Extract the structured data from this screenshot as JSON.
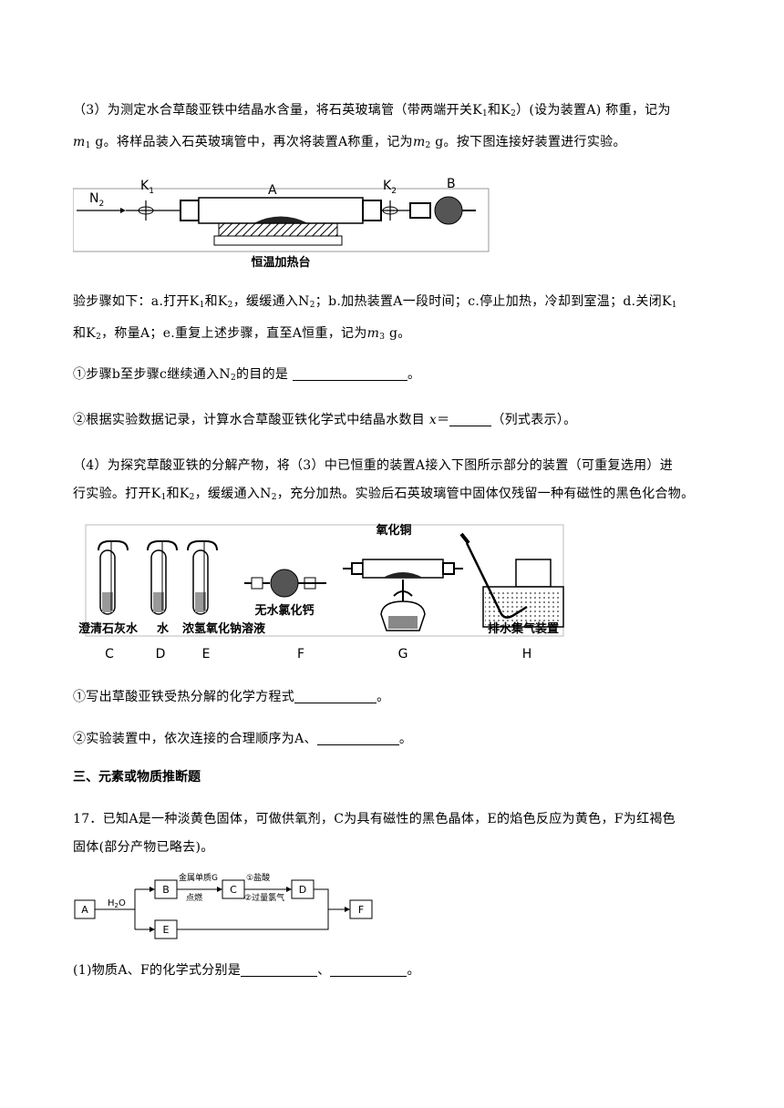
{
  "q3": {
    "line1": "（3）为测定水合草酸亚铁中结晶水含量，将石英玻璃管（带两端开关K",
    "line1b": "和K",
    "line1c": "）(设为装置A) 称重，记为",
    "m1": "m",
    "line2a": " g。将样品装入石英玻璃管中，再次将装置A称重，记为",
    "line2b": " g。按下图连接好装置进行实验。",
    "steps1": "验步骤如下：a.打开K",
    "steps1b": "和K",
    "steps1c": "，缓缓通入N",
    "steps1d": "；b.加热装置A一段时间；c.停止加热，冷却到室温；d.关闭K",
    "steps2a": "和K",
    "steps2b": "，称量A；e.重复上述步骤，直至A恒重，记为",
    "steps2c": " g。",
    "q_a": "①步骤b至步骤c继续通入N",
    "q_a2": "的目的是",
    "q_b": "②根据实验数据记录，计算水合草酸亚铁化学式中结晶水数目 ",
    "q_b_x": "x",
    "q_b2": "＝",
    "q_b3": "（列式表示）。"
  },
  "fig1": {
    "n2": "N",
    "k1": "K",
    "a": "A",
    "k2": "K",
    "b": "B",
    "base_label": "恒温加热台"
  },
  "q4": {
    "line1": "（4）为探究草酸亚铁的分解产物，将（3）中已恒重的装置A接入下图所示部分的装置（可重复选用）进",
    "line2a": "行实验。打开K",
    "line2b": "和K",
    "line2c": "，缓缓通入N",
    "line2d": "，充分加热。实验后石英玻璃管中固体仅残留一种有磁性的黑色化合物。",
    "q_a": "①写出草酸亚铁受热分解的化学方程式",
    "q_b": "②实验装置中，依次连接的合理顺序为A、"
  },
  "fig2": {
    "c_label": "澄清石灰水",
    "d_label": "水",
    "e_label": "浓氢氧化钠溶液",
    "f_label": "无水氯化钙",
    "g_label": "氧化铜",
    "h_label": "排水集气装置",
    "letters": [
      "C",
      "D",
      "E",
      "F",
      "G",
      "H"
    ]
  },
  "section3": {
    "title": "三、元素或物质推断题"
  },
  "q17": {
    "line1": "17．已知A是一种淡黄色固体，可做供氧剂，C为具有磁性的黑色晶体，E的焰色反应为黄色，F为红褐色",
    "line2": "固体(部分产物已略去)。",
    "q1a": "(1)物质A、F的化学式分别是",
    "q1b": "、",
    "q1c": "。"
  },
  "fig3": {
    "A": "A",
    "B": "B",
    "C": "C",
    "D": "D",
    "E": "E",
    "F": "F",
    "h2o": "H",
    "h2o_o": "O",
    "metal": "金属单质G",
    "ignite": "点燃",
    "hcl": "①盐酸",
    "cl2": "②过量氯气"
  }
}
